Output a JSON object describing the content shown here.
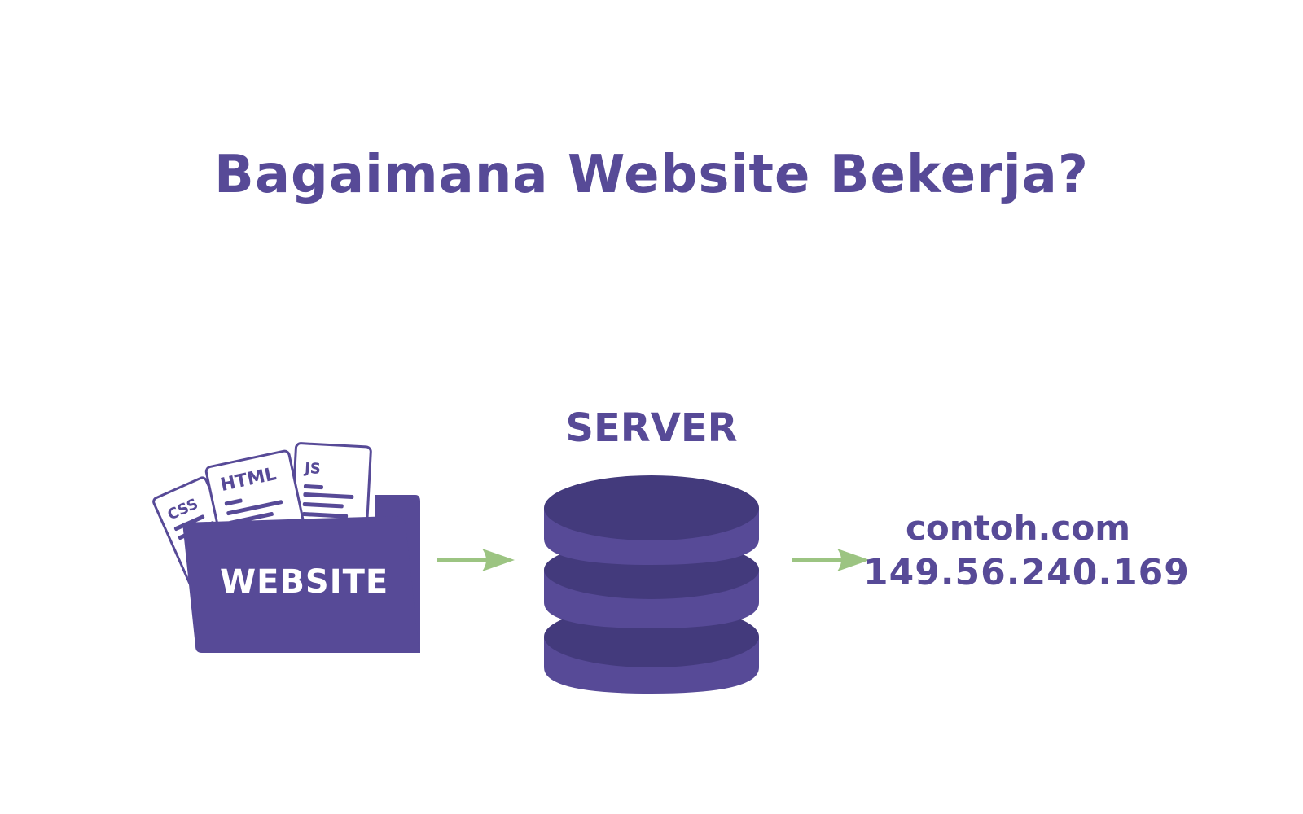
{
  "title": "Bagaimana Website Bekerja?",
  "folder": {
    "label": "WEBSITE",
    "files": [
      "CSS",
      "HTML",
      "JS"
    ]
  },
  "server": {
    "label": "SERVER"
  },
  "output": {
    "domain": "contoh.com",
    "ip": "149.56.240.169"
  },
  "colors": {
    "primary": "#574a97",
    "primary_dark": "#433a7c",
    "arrow": "#9cc482",
    "paper": "#ffffff"
  }
}
